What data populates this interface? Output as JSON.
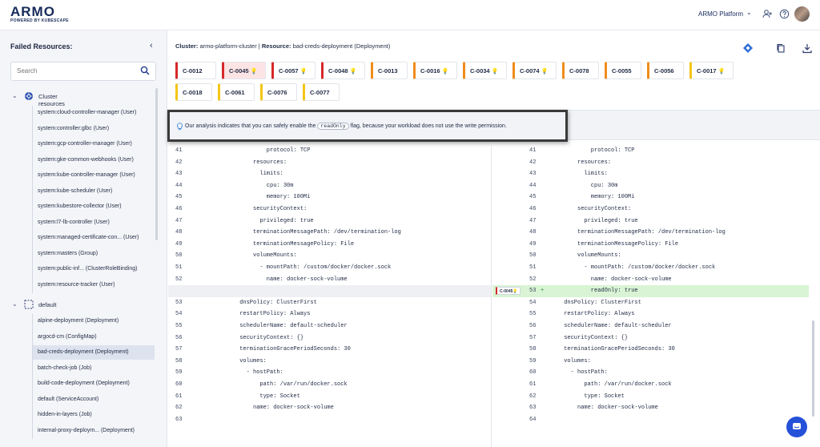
{
  "header": {
    "logo": "ARMO",
    "logo_sub": "POWERED BY KUBESCAPE",
    "platform": "ARMO Platform",
    "icons": [
      "add-user-icon",
      "help-icon",
      "avatar"
    ]
  },
  "sidebar": {
    "title": "Failed Resources:",
    "search_placeholder": "Search",
    "groups": [
      {
        "label": "Cluster resources",
        "icon": "kubernetes-icon",
        "items": [
          "system:cloud-controller-manager (User)",
          "system:controller:glbc (User)",
          "system:gcp-controller-manager (User)",
          "system:gke-common-webhooks (User)",
          "system:kube-controller-manager (User)",
          "system:kube-scheduler (User)",
          "system:kubestore-collector (User)",
          "system:l7-lb-controller (User)",
          "system:managed-certificate-con...  (User)",
          "system:masters (Group)",
          "system:public-inf...  (ClusterRoleBinding)",
          "system:resource-tracker (User)"
        ]
      },
      {
        "label": "default",
        "icon": "namespace-icon",
        "items": [
          "alpine-deployment (Deployment)",
          "argocd-cm (ConfigMap)",
          "bad-creds-deployment (Deployment)",
          "batch-check-job (Job)",
          "build-code-deployment (Deployment)",
          "default (ServiceAccount)",
          "hidden-in-layers (Job)",
          "internal-proxy-deploym...    (Deployment)"
        ]
      }
    ],
    "selected": "bad-creds-deployment (Deployment)"
  },
  "breadcrumb": {
    "cluster_label": "Cluster:",
    "cluster": "armo-platform-cluster",
    "sep": "|",
    "resource_label": "Resource:",
    "resource": "bad-creds-deployment (Deployment)"
  },
  "controls": [
    {
      "id": "C-0012",
      "severity": "critical",
      "fix": false,
      "active": false
    },
    {
      "id": "C-0045",
      "severity": "critical",
      "fix": true,
      "active": true
    },
    {
      "id": "C-0057",
      "severity": "critical",
      "fix": true,
      "active": false
    },
    {
      "id": "C-0048",
      "severity": "critical",
      "fix": true,
      "active": false
    },
    {
      "id": "C-0013",
      "severity": "high",
      "fix": false,
      "active": false
    },
    {
      "id": "C-0016",
      "severity": "high",
      "fix": true,
      "active": false
    },
    {
      "id": "C-0034",
      "severity": "high",
      "fix": true,
      "active": false
    },
    {
      "id": "C-0074",
      "severity": "high",
      "fix": true,
      "active": false
    },
    {
      "id": "C-0078",
      "severity": "high",
      "fix": false,
      "active": false
    },
    {
      "id": "C-0055",
      "severity": "high",
      "fix": false,
      "active": false
    },
    {
      "id": "C-0056",
      "severity": "high",
      "fix": false,
      "active": false
    },
    {
      "id": "C-0017",
      "severity": "medium",
      "fix": true,
      "active": false
    },
    {
      "id": "C-0018",
      "severity": "medium",
      "fix": false,
      "active": false
    },
    {
      "id": "C-0061",
      "severity": "medium",
      "fix": false,
      "active": false
    },
    {
      "id": "C-0076",
      "severity": "medium",
      "fix": false,
      "active": false
    },
    {
      "id": "C-0077",
      "severity": "medium",
      "fix": false,
      "active": false
    }
  ],
  "severity_colors": {
    "critical": "#d62828",
    "high": "#f08c1a",
    "medium": "#f5c518"
  },
  "notice": {
    "before": "Our analysis indicates that you can safely enable the",
    "code": "readOnly",
    "after": "flag, because your workload does not use the write permission."
  },
  "diff": {
    "left": [
      {
        "n": "41",
        "code": "              protocol: TCP"
      },
      {
        "n": "42",
        "code": "          resources:"
      },
      {
        "n": "43",
        "code": "            limits:"
      },
      {
        "n": "44",
        "code": "              cpu: 30m"
      },
      {
        "n": "45",
        "code": "              memory: 100Mi"
      },
      {
        "n": "46",
        "code": "          securityContext:"
      },
      {
        "n": "47",
        "code": "            privileged: true"
      },
      {
        "n": "48",
        "code": "          terminationMessagePath: /dev/termination-log"
      },
      {
        "n": "49",
        "code": "          terminationMessagePolicy: File"
      },
      {
        "n": "50",
        "code": "          volumeMounts:"
      },
      {
        "n": "51",
        "code": "            - mountPath: /custom/docker/docker.sock"
      },
      {
        "n": "52",
        "code": "              name: docker-sock-volume"
      },
      {
        "n": "",
        "code": "",
        "blank": true
      },
      {
        "n": "53",
        "code": "      dnsPolicy: ClusterFirst"
      },
      {
        "n": "54",
        "code": "      restartPolicy: Always"
      },
      {
        "n": "55",
        "code": "      schedulerName: default-scheduler"
      },
      {
        "n": "56",
        "code": "      securityContext: {}"
      },
      {
        "n": "57",
        "code": "      terminationGracePeriodSeconds: 30"
      },
      {
        "n": "58",
        "code": "      volumes:"
      },
      {
        "n": "59",
        "code": "        - hostPath:"
      },
      {
        "n": "60",
        "code": "            path: /var/run/docker.sock"
      },
      {
        "n": "61",
        "code": "            type: Socket"
      },
      {
        "n": "62",
        "code": "          name: docker-sock-volume"
      },
      {
        "n": "63",
        "code": ""
      }
    ],
    "right": [
      {
        "n": "41",
        "code": "              protocol: TCP"
      },
      {
        "n": "42",
        "code": "          resources:"
      },
      {
        "n": "43",
        "code": "            limits:"
      },
      {
        "n": "44",
        "code": "              cpu: 30m"
      },
      {
        "n": "45",
        "code": "              memory: 100Mi"
      },
      {
        "n": "46",
        "code": "          securityContext:"
      },
      {
        "n": "47",
        "code": "            privileged: true"
      },
      {
        "n": "48",
        "code": "          terminationMessagePath: /dev/termination-log"
      },
      {
        "n": "49",
        "code": "          terminationMessagePolicy: File"
      },
      {
        "n": "50",
        "code": "          volumeMounts:"
      },
      {
        "n": "51",
        "code": "            - mountPath: /custom/docker/docker.sock"
      },
      {
        "n": "52",
        "code": "              name: docker-sock-volume"
      },
      {
        "n": "53",
        "code": "              readOnly: true",
        "added": true,
        "tag": "C-0045"
      },
      {
        "n": "54",
        "code": "      dnsPolicy: ClusterFirst"
      },
      {
        "n": "55",
        "code": "      restartPolicy: Always"
      },
      {
        "n": "56",
        "code": "      schedulerName: default-scheduler"
      },
      {
        "n": "57",
        "code": "      securityContext: {}"
      },
      {
        "n": "58",
        "code": "      terminationGracePeriodSeconds: 30"
      },
      {
        "n": "59",
        "code": "      volumes:"
      },
      {
        "n": "60",
        "code": "        - hostPath:"
      },
      {
        "n": "61",
        "code": "            path: /var/run/docker.sock"
      },
      {
        "n": "62",
        "code": "            type: Socket"
      },
      {
        "n": "63",
        "code": "          name: docker-sock-volume"
      },
      {
        "n": "64",
        "code": ""
      }
    ],
    "added_marker": "+"
  }
}
